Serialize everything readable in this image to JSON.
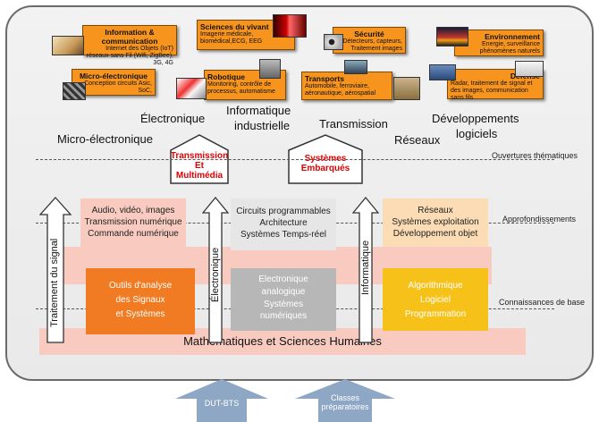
{
  "top_cards": [
    {
      "title": "Information & communication",
      "desc": "Internet des Objets (IoT) réseaux sans Fil (Wifi, ZigBee), 3G, 4G"
    },
    {
      "title": "Sciences du vivant",
      "desc": "Imagerie médicale, biomédical,ECG, EEG"
    },
    {
      "title": "Sécurité",
      "desc": "Détecteurs, capteurs, Traitement images"
    },
    {
      "title": "Environnement",
      "desc": "Energie, surveillance phénomènes naturels"
    },
    {
      "title": "Micro-électronique",
      "desc": "Conception circuits Asic, SoC,"
    },
    {
      "title": "Robotique",
      "desc": "Monitoring, contrôle de processus, automatisme"
    },
    {
      "title": "Transports",
      "desc": "Automobile, ferroviaire, aéronautique, aérospatial"
    },
    {
      "title": "Défense",
      "desc": "Radar, traitement de signal et des images, communication sans fils"
    }
  ],
  "domains": {
    "electronique": "Électronique",
    "informatique_1": "Informatique",
    "informatique_2": "industrielle",
    "transmission": "Transmission",
    "developpements_1": "Développements",
    "developpements_2": "logiciels",
    "micro": "Micro-électronique",
    "reseaux": "Réseaux"
  },
  "houses": {
    "left_1": "Transmission",
    "left_2": "Et",
    "left_3": "Multimédia",
    "right_1": "Systèmes",
    "right_2": "Embarqués"
  },
  "levels": {
    "ouvertures": "Ouvertures thématiques",
    "approfondissements": "Approfondissements",
    "connaissances": "Connaissances de base"
  },
  "arrows": {
    "signal": "Traitement du signal",
    "electronique": "Électronique",
    "informatique": "Informatique"
  },
  "approfondissement_blocks": {
    "left": [
      "Audio, vidéo, images",
      "Transmission numérique",
      "Commande numérique"
    ],
    "middle": [
      "Circuits programmables",
      "Architecture",
      "Systèmes Temps-réel"
    ],
    "right": [
      "Réseaux",
      "Systèmes exploitation",
      "Développement objet"
    ]
  },
  "base_blocks": {
    "left": [
      "Outils d'analyse",
      "des Signaux",
      "et Systèmes"
    ],
    "middle": [
      "Electronique",
      "analogique",
      "Systèmes",
      "numériques"
    ],
    "right": [
      "Algorithmique",
      "Logiciel",
      "Programmation"
    ]
  },
  "foundation": "Mathématiques et Sciences Humaines",
  "entry_arrows": {
    "dut": "DUT-BTS",
    "classes_1": "Classes",
    "classes_2": "préparatoires"
  },
  "colors": {
    "card_orange": "#f7941d",
    "house_text": "#e00000",
    "pink": "#f9cbc0",
    "base_orange": "#f07b22",
    "base_gray": "#b7b7b7",
    "base_yellow": "#f6c21a",
    "entry_blue": "#8ea7c5"
  }
}
